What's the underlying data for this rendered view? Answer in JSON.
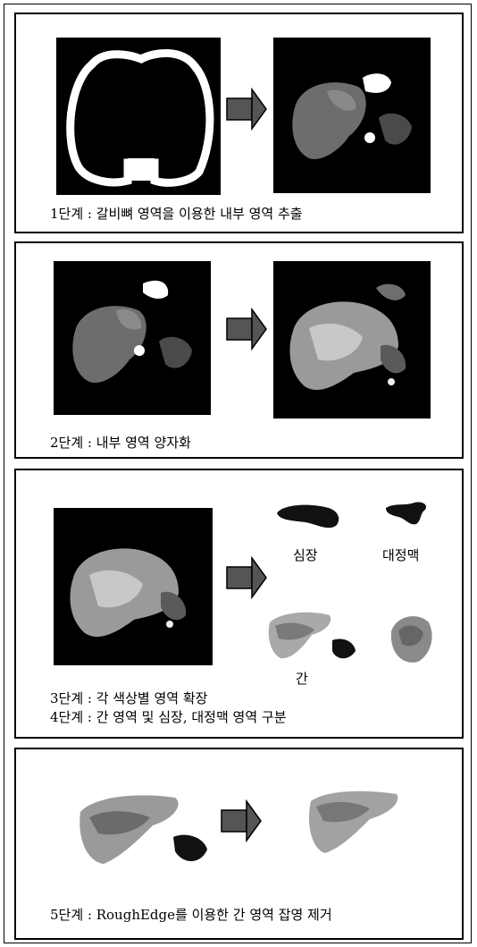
{
  "steps": [
    {
      "caption": "1단계 : 갈비뼈 영역을 이용한 내부 영역 추출"
    },
    {
      "caption": "2단계 : 내부 영역 양자화"
    },
    {
      "caption_a": "3단계 : 각 색상별 영역 확장",
      "caption_b": "4단계 : 간 영역 및 심장, 대정맥 영역 구분"
    },
    {
      "caption": "5단계 : RoughEdge를 이용한 간 영역 잡영 제거"
    }
  ],
  "labels": {
    "heart": "심장",
    "vena_cava": "대정맥",
    "liver": "간"
  }
}
